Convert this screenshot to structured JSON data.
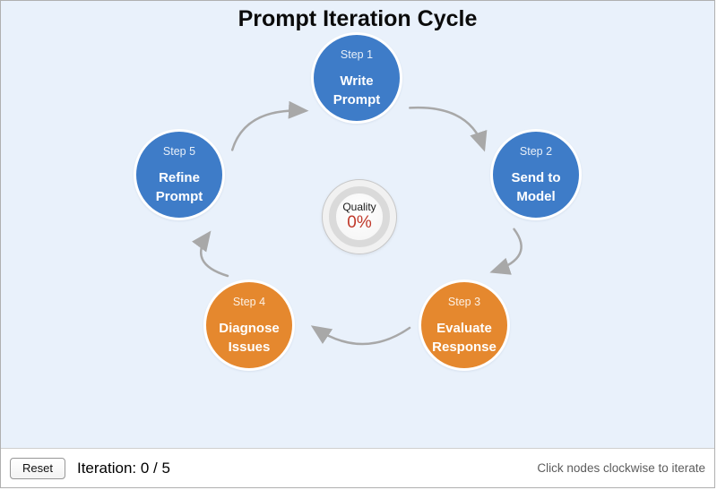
{
  "title": "Prompt Iteration Cycle",
  "nodes": [
    {
      "step": "Step 1",
      "label": "Write Prompt",
      "color": "#3e7cc8"
    },
    {
      "step": "Step 2",
      "label": "Send to Model",
      "color": "#3e7cc8"
    },
    {
      "step": "Step 3",
      "label": "Evaluate Response",
      "color": "#e5882e"
    },
    {
      "step": "Step 4",
      "label": "Diagnose Issues",
      "color": "#e5882e"
    },
    {
      "step": "Step 5",
      "label": "Refine Prompt",
      "color": "#3e7cc8"
    }
  ],
  "gauge": {
    "label": "Quality",
    "value": "0%",
    "value_color": "#c0392b"
  },
  "footer": {
    "reset_label": "Reset",
    "iteration_text": "Iteration: 0 / 5",
    "hint_text": "Click nodes clockwise to iterate"
  },
  "colors": {
    "background": "#e9f1fb",
    "arrow": "#a8a8a8",
    "node_blue": "#3e7cc8",
    "node_orange": "#e5882e"
  }
}
